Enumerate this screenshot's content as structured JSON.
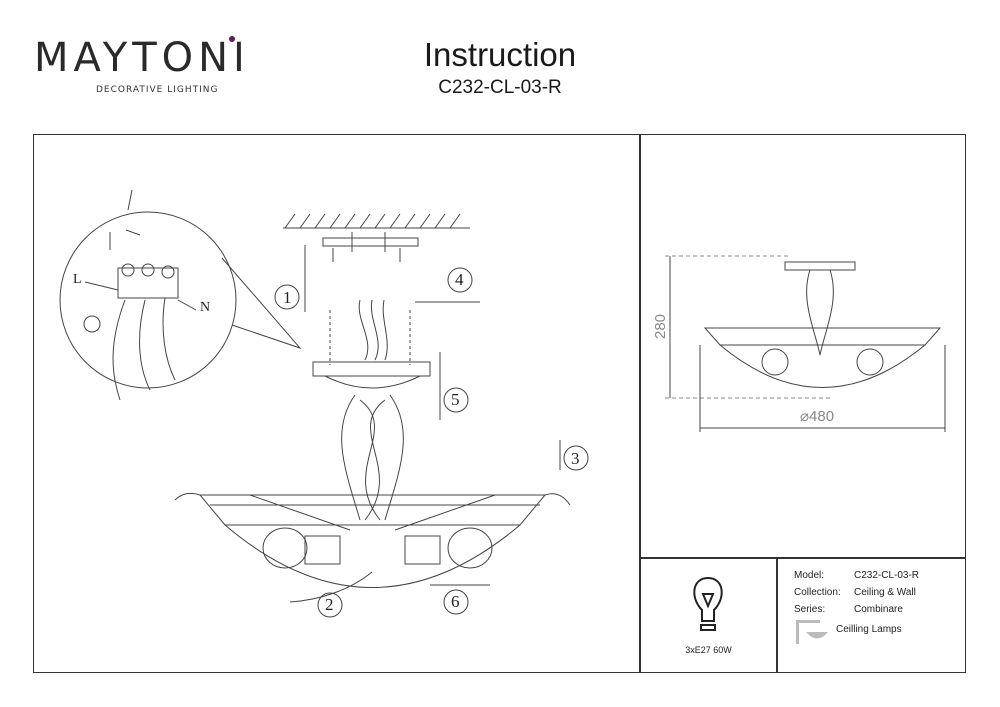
{
  "header": {
    "brand": "MAYTONI",
    "brand_tagline": "DECORATIVE LIGHTING",
    "title": "Instruction",
    "model_code": "C232-CL-03-R",
    "brand_accent": "#5a1a55"
  },
  "diagram": {
    "step_labels": [
      "1",
      "2",
      "3",
      "4",
      "5",
      "6"
    ],
    "wire_live": "L",
    "wire_neutral": "N"
  },
  "dimensions": {
    "height": "280",
    "diameter": "⌀480"
  },
  "spec": {
    "bulb": "3xE27 60W",
    "model_label": "Model:",
    "model_value": "C232-CL-03-R",
    "collection_label": "Collection:",
    "collection_value": "Ceiling & Wall",
    "series_label": "Series:",
    "series_value": "Combinare",
    "type_value": "Ceilling Lamps"
  }
}
